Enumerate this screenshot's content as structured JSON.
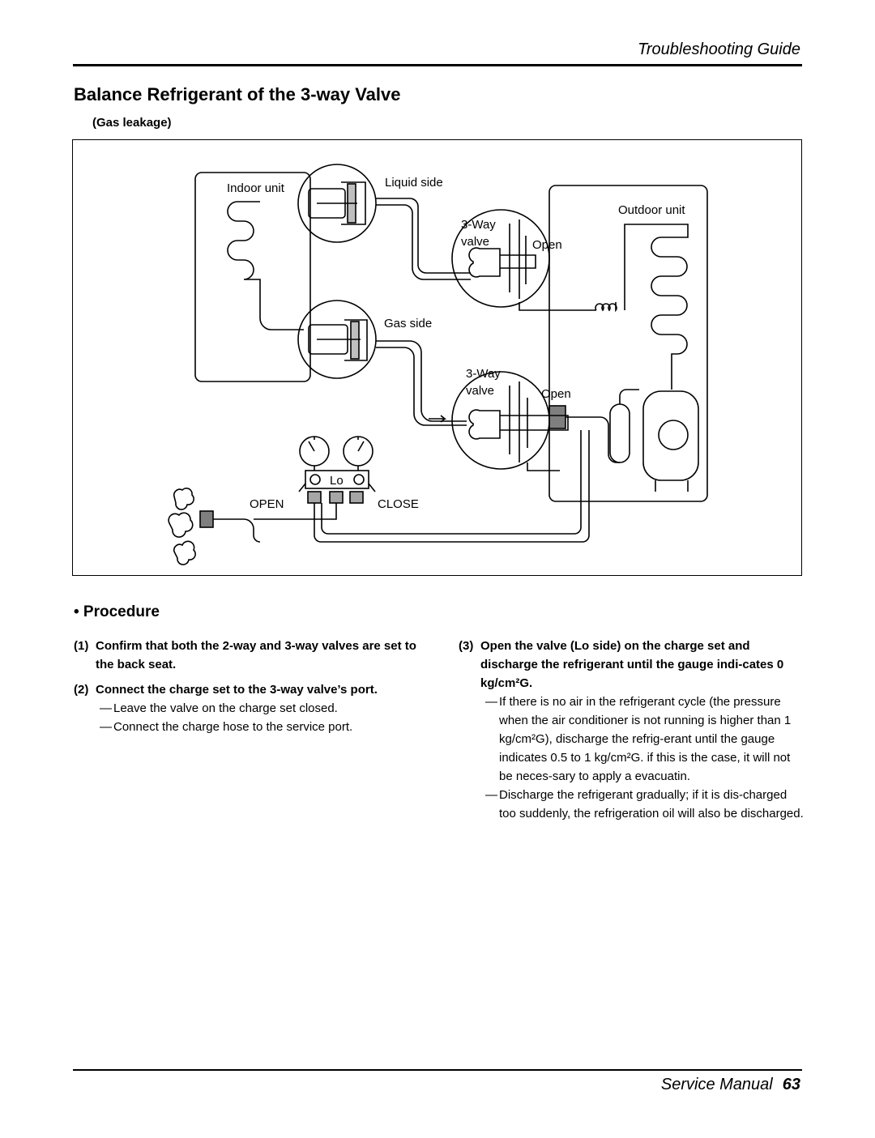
{
  "header": {
    "section": "Troubleshooting Guide"
  },
  "page": {
    "title": "Balance Refrigerant of the 3-way Valve",
    "subtitle": "(Gas leakage)"
  },
  "diagram": {
    "labels": {
      "indoor_unit": "Indoor unit",
      "liquid_side": "Liquid side",
      "outdoor_unit": "Outdoor unit",
      "way1": "3-Way",
      "valve1": "valve",
      "open1": "Open",
      "gas_side": "Gas side",
      "way2": "3-Way",
      "valve2": "valve",
      "open2": "Open",
      "lo": "Lo",
      "open": "OPEN",
      "close": "CLOSE"
    }
  },
  "procedure": {
    "heading": "• Procedure",
    "steps": [
      {
        "num": "(1)",
        "text": "Confirm that both the 2-way and 3-way valves are set to the back seat.",
        "notes": []
      },
      {
        "num": "(2)",
        "text": "Connect the charge set to the 3-way valve’s port.",
        "notes": [
          "Leave the valve on the charge set closed.",
          "Connect the charge hose to the service port."
        ]
      },
      {
        "num": "(3)",
        "text": "Open the valve (Lo side) on the charge set and discharge the refrigerant until the gauge indi-cates 0 kg/cm²G.",
        "notes": [
          "If there is no air in the refrigerant cycle (the pressure when the air conditioner is not running is higher than 1 kg/cm²G), discharge the refrig-erant until the gauge indicates 0.5 to 1 kg/cm²G. if this is the case, it will not be neces-sary to apply a evacuatin.",
          "Discharge the refrigerant gradually; if it is dis-charged too suddenly, the refrigeration oil will also be discharged."
        ]
      }
    ],
    "dash": "—"
  },
  "footer": {
    "label": "Service Manual",
    "page_number": "63"
  }
}
